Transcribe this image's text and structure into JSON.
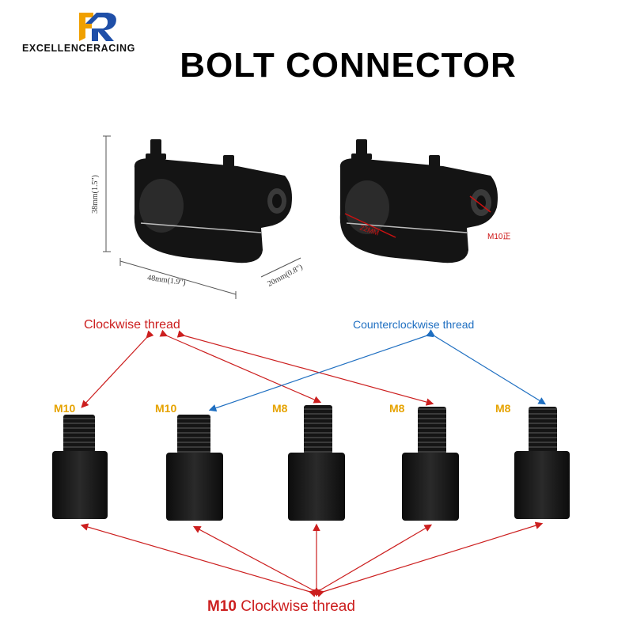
{
  "brand": {
    "name": "EXCELLENCERACING"
  },
  "title": "BOLT CONNECTOR",
  "dimensions": {
    "height": "38mm(1.5\")",
    "width": "48mm(1.9\")",
    "depth": "20mm(0.8\")",
    "inner_diameter": "22MM",
    "thread_mark": "M10正"
  },
  "labels": {
    "clockwise": "Clockwise thread",
    "counterclockwise": "Counterclockwise thread",
    "bottom_size": "M10",
    "bottom_text": "Clockwise thread"
  },
  "adapters": [
    {
      "size": "M10"
    },
    {
      "size": "M10"
    },
    {
      "size": "M8"
    },
    {
      "size": "M8"
    },
    {
      "size": "M8"
    }
  ],
  "colors": {
    "clockwise_arrow": "#cc1f1f",
    "counterclockwise_arrow": "#1f6fc1",
    "size_label": "#e6a300",
    "part": "#141414"
  }
}
